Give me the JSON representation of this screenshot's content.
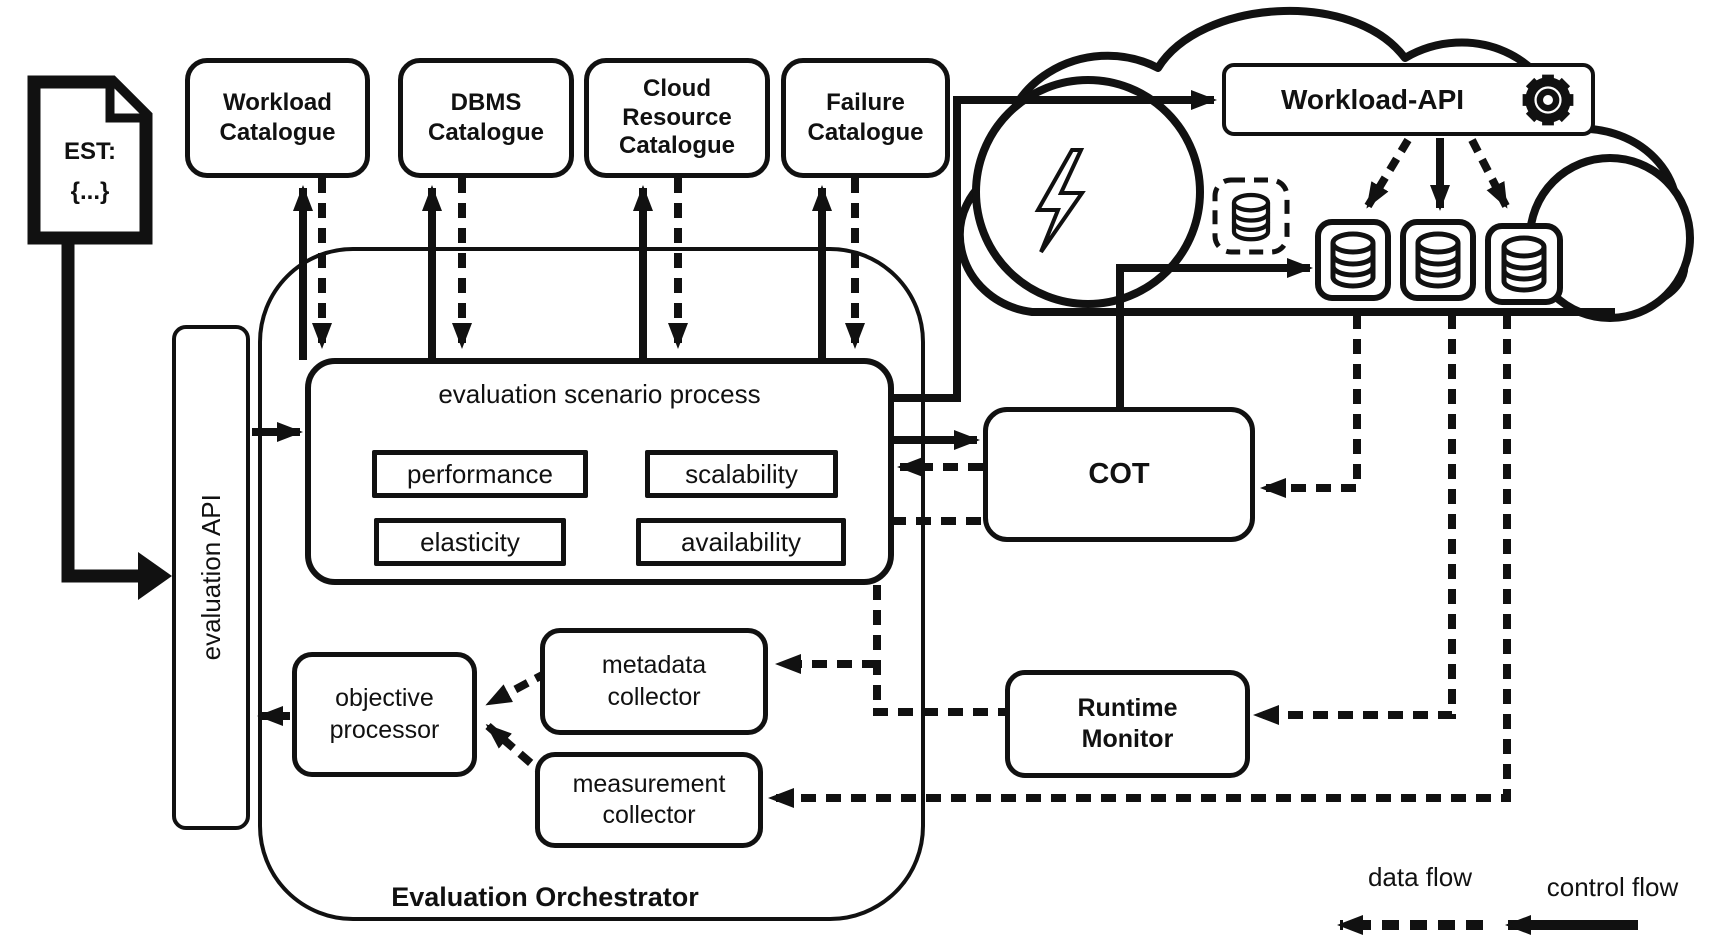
{
  "est_document": {
    "line1": "EST:",
    "line2": "{...}"
  },
  "catalogues": [
    {
      "label": "Workload\nCatalogue"
    },
    {
      "label": "DBMS\nCatalogue"
    },
    {
      "label": "Cloud\nResource\nCatalogue"
    },
    {
      "label": "Failure\nCatalogue"
    }
  ],
  "orchestrator": {
    "label": "Evaluation Orchestrator",
    "api_label": "evaluation API",
    "scenario": {
      "title": "evaluation scenario process",
      "items": [
        "performance",
        "scalability",
        "elasticity",
        "availability"
      ]
    },
    "components": {
      "objective": "objective\nprocessor",
      "metadata": "metadata\ncollector",
      "measurement": "measurement\ncollector"
    }
  },
  "cot": {
    "label": "COT"
  },
  "runtime_monitor": {
    "label": "Runtime\nMonitor"
  },
  "workload_api": {
    "label": "Workload-API"
  },
  "legend": {
    "data_flow": "data flow",
    "control_flow": "control flow"
  },
  "icons": {
    "gear": "gear-icon",
    "lightning": "lightning-icon",
    "database": "database-icon",
    "document": "document-icon",
    "cloud": "cloud-shape"
  },
  "colors": {
    "ink": "#111111",
    "background": "#ffffff"
  }
}
